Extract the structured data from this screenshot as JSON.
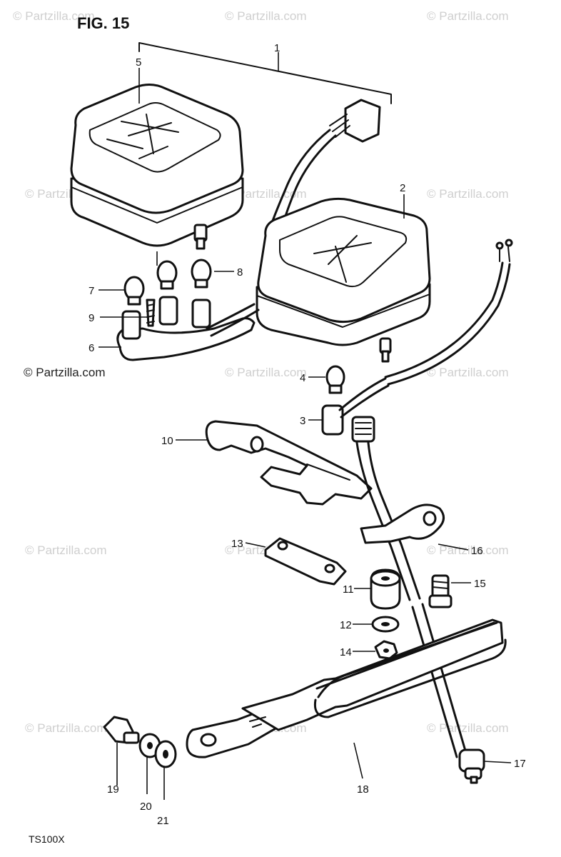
{
  "figure_label": "FIG. 15",
  "model_label": "TS100X",
  "watermarks": [
    "© Partzilla.com",
    "© Partzilla.com",
    "© Partzilla.com",
    "© Partzilla.com",
    "© Partzilla.com",
    "© Partzilla.com",
    "© Partzilla.com",
    "© Partzilla.com",
    "© Partzilla.com",
    "© Partzilla.com",
    "© Partzilla.com",
    "© Partzilla.com",
    "© Partzilla.com",
    "© Partzilla.com",
    "© Partzilla.com"
  ],
  "callouts": [
    "1",
    "2",
    "3",
    "4",
    "5",
    "6",
    "7",
    "8",
    "9",
    "10",
    "11",
    "12",
    "13",
    "14",
    "15",
    "16",
    "17",
    "18",
    "19",
    "20",
    "21"
  ],
  "colors": {
    "line": "#111111",
    "watermark": "#cfcfcf",
    "background": "#ffffff"
  }
}
